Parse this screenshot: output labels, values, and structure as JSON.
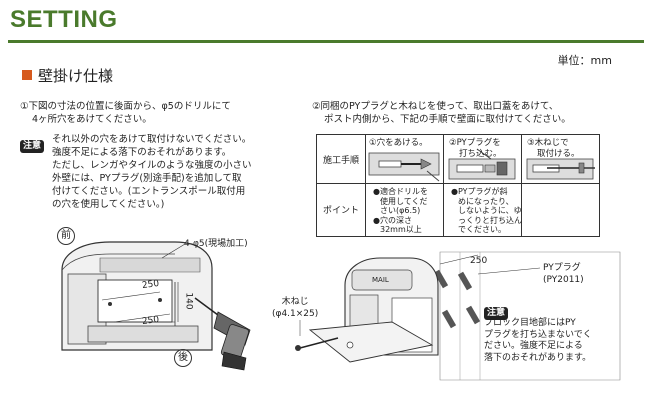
{
  "header": {
    "title": "SETTING",
    "unit": "単位：mm"
  },
  "section": {
    "title": "壁掛け仕様"
  },
  "left": {
    "step1_lines": [
      "①下図の寸法の位置に後面から、φ5のドリルにて",
      "4ヶ所穴をあけてください。"
    ],
    "caution_badge": "注意",
    "caution_lines": [
      "それ以外の穴をあけて取付けないでください。",
      "強度不足による落下のおそれがあります。",
      "ただし、レンガやタイルのような強度の小さい",
      "外壁には、PYプラグ(別途手配)を追加して取",
      "付けてください。(エントランスポール取付用",
      "の穴を使用してください。)"
    ],
    "front_label": "前",
    "back_label": "後",
    "hole_label": "4-φ5(現場加工)",
    "dim_250_a": "250",
    "dim_140": "140",
    "dim_250_b": "250"
  },
  "right": {
    "step2_lines": [
      "②同梱のPYプラグと木ねじを使って、取出口蓋をあけて、",
      "ポスト内側から、下記の手順で壁面に取付けてください。"
    ],
    "table": {
      "row1_header": "施工手順",
      "row2_header": "ポイント",
      "steps": [
        "①穴をあける。",
        "②PYプラグを",
        "打ち込む。",
        "③木ねじで",
        "取付ける。"
      ],
      "point1": [
        "●適合ドリルを",
        "使用してくだ",
        "さい(φ6.5)",
        "●穴の深さ",
        "32mm以上"
      ],
      "point2": [
        "●PYプラグが斜",
        "めになったり、",
        "しないように、ゆ",
        "っくりと打ち込ん",
        "でください。"
      ]
    },
    "dim_250": "250",
    "plug_label": [
      "PYプラグ",
      "(PY2011)"
    ],
    "screw_label": [
      "木ねじ",
      "(φ4.1×25)"
    ],
    "caution_badge": "注意",
    "caution_lines": [
      "ブロック目地部にはPY",
      "プラグを打ち込まないでく",
      "ださい。強度不足による",
      "落下のおそれがあります。"
    ],
    "mail_text": "MAIL"
  }
}
